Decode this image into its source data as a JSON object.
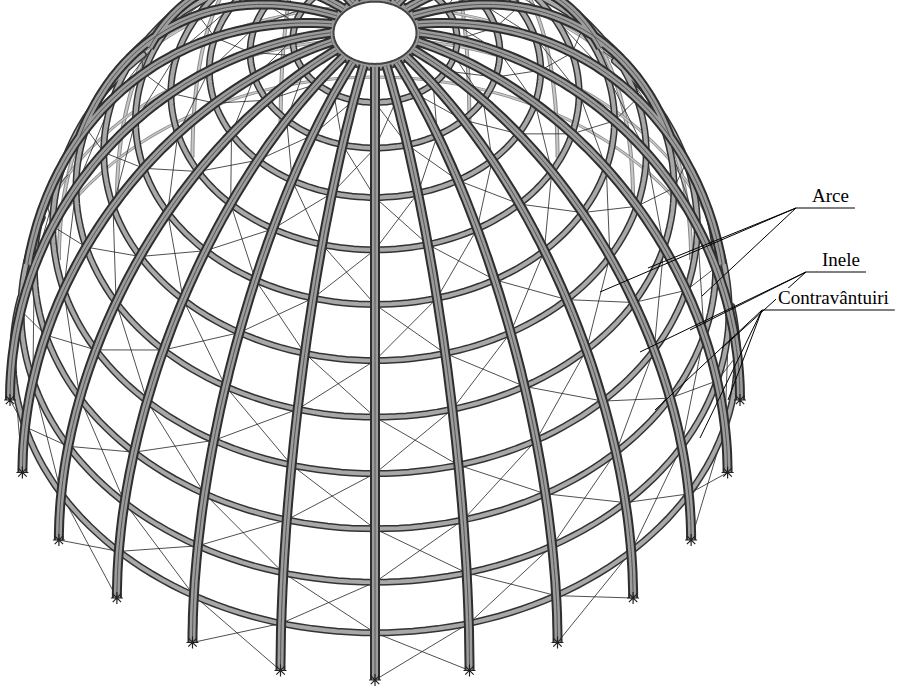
{
  "diagram": {
    "labels": [
      "Arce",
      "Inele",
      "Contravântuiri"
    ]
  }
}
